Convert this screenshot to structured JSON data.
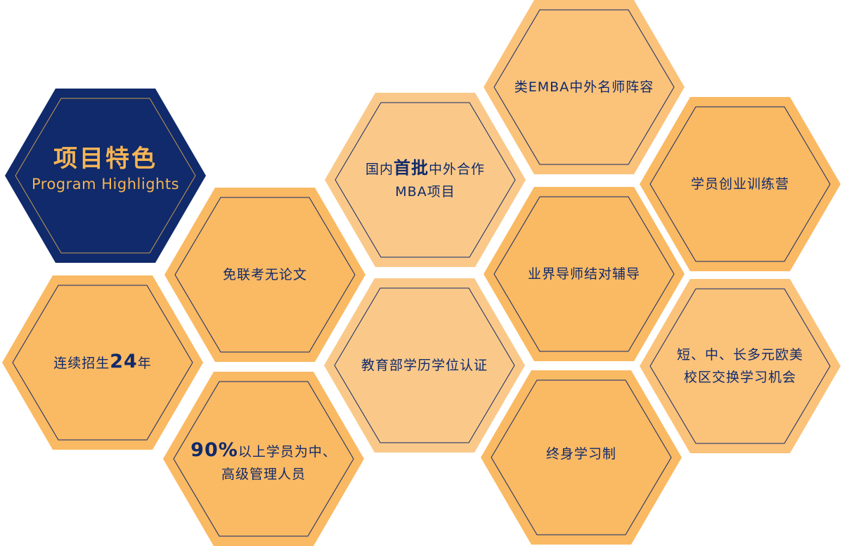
{
  "colors": {
    "navy": "#102a6b",
    "orange": "#fab963",
    "light_orange": "#fac98a",
    "mid_orange": "#fbc27a",
    "gold_text": "#f5b455"
  },
  "header": {
    "title_cn": "项目特色",
    "title_en": "Program Highlights"
  },
  "items": {
    "no_exam": "免联考无论文",
    "enroll_pre": "连续招生",
    "enroll_num": "24",
    "enroll_post": "年",
    "mgmt_num": "90%",
    "mgmt_line1": "以上学员为中、",
    "mgmt_line2": "高级管理人员",
    "first_pre": "国内",
    "first_bold": "首批",
    "first_post": "中外合作",
    "first_line2": "MBA项目",
    "moe": "教育部学历学位认证",
    "faculty": "类EMBA中外名师阵容",
    "startup": "学员创业训练营",
    "mentor": "业界导师结对辅导",
    "exchange_line1": "短、中、长多元欧美",
    "exchange_line2": "校区交换学习机会",
    "lifelong": "终身学习制"
  }
}
